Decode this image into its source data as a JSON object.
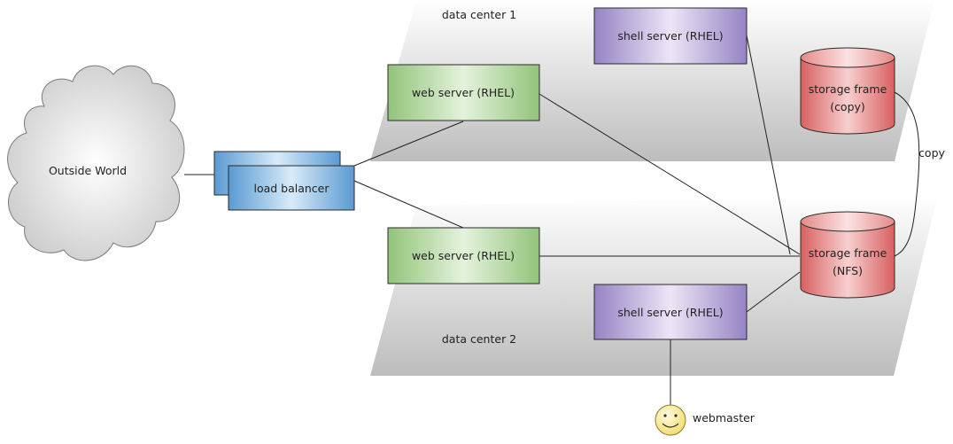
{
  "diagram": {
    "data_centers": [
      {
        "label": "data center 1"
      },
      {
        "label": "data center 2"
      }
    ],
    "outside_world": {
      "label": "Outside World"
    },
    "load_balancer": {
      "label": "load balancer"
    },
    "web_servers": [
      {
        "label": "web server (RHEL)"
      },
      {
        "label": "web server (RHEL)"
      }
    ],
    "shell_servers": [
      {
        "label": "shell server (RHEL)"
      },
      {
        "label": "shell server (RHEL)"
      }
    ],
    "storage": {
      "copy": {
        "line1": "storage frame",
        "line2": "(copy)"
      },
      "nfs": {
        "line1": "storage frame",
        "line2": "(NFS)"
      }
    },
    "copy_link_label": "copy",
    "webmaster": {
      "label": "webmaster",
      "icon": "smiley-face-icon"
    },
    "colors": {
      "zone_fill": "#c8c8c8",
      "cloud_fill": "#d2d2d2",
      "load_balancer": "#6aa6d8",
      "web_server": "#a3cd8c",
      "shell_server": "#a290cc",
      "storage": "#e07a7a",
      "webmaster": "#f6e27a"
    }
  }
}
